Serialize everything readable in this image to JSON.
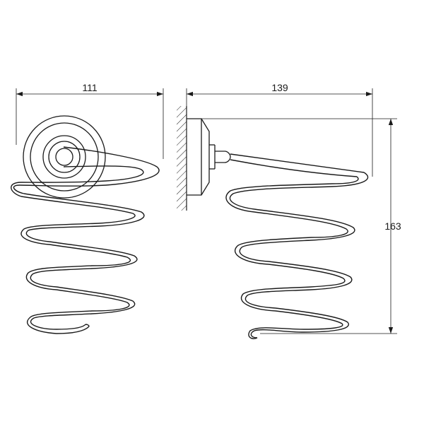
{
  "dimensions": {
    "width_front": "111",
    "depth_side": "139",
    "height_side": "163"
  },
  "colors": {
    "line": "#1a1a1a",
    "background": "#ffffff"
  }
}
